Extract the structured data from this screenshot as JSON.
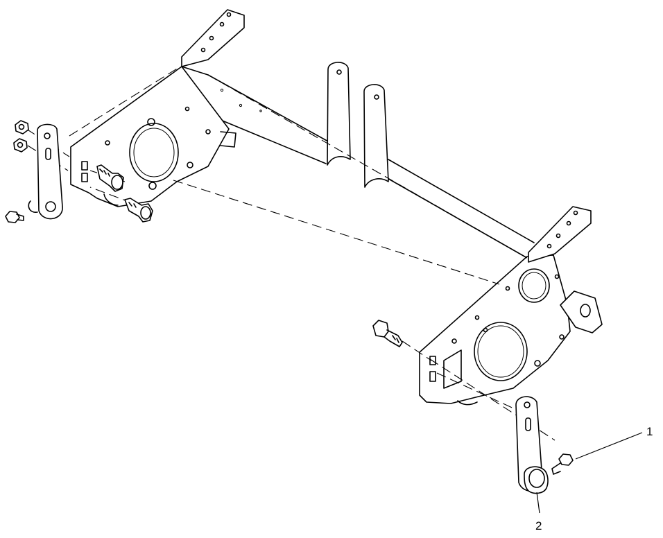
{
  "figure": {
    "callouts": [
      {
        "id": "1",
        "label": "1"
      },
      {
        "id": "2",
        "label": "2"
      }
    ]
  }
}
